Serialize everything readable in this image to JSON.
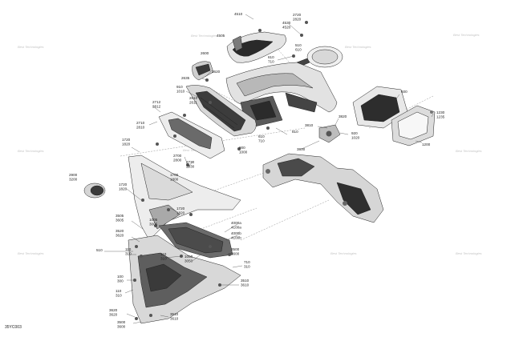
{
  "watermark_text": "Best Technologies",
  "diagram_code": "35YC003",
  "callouts": {
    "c4510": "4510",
    "c2720_2820": "2720\n2820",
    "c4530_4520": "4530\n4520",
    "c4505": "4505",
    "c510_610": "510\n610",
    "c610_710": "610\n710",
    "c2600": "2600",
    "c2620": "2620",
    "c2635": "2635",
    "c910_1010": "910\n1010",
    "c2610_2611": "2610\n2611",
    "c2712_2812": "2712\n2812",
    "c2710_2810": "2710\n2810",
    "c810": "810",
    "c610_710b": "610\n710",
    "c900_1000": "900\n1000",
    "c3810": "3810",
    "c3820": "3820",
    "c3800": "3800",
    "c920_1020": "920\n1020",
    "c600": "600",
    "c1230_1235": "1230\n1235",
    "c1200": "1200",
    "c1720_1820": "1720\n1820",
    "c2700_2800": "2700\n2800",
    "c2730_2830": "2730\n2830",
    "c2900_3200": "2900\n3200",
    "c1700_1800": "1700\n1800",
    "c1720_1820b": "1720\n1820",
    "c1720_1820c": "1720\n1820",
    "c4000a_4100a": "4000a\n4100a",
    "c4000b_4100b": "4000b\n4100b",
    "c3505_3605": "3505\n3605",
    "c1005_3005": "1005\n3005",
    "c3520_3620": "3520\n3620",
    "c110_310": "110\n310",
    "c510": "510",
    "c110_310b": "110\n310",
    "c1050_3050": "1050\n3050",
    "c3500_3600": "3500\n3600",
    "c710_310": "710\n310",
    "c100_300": "100\n300",
    "c110_310c": "110\n310",
    "c3510_3610": "3510\n3610",
    "c3620_3620": "3620\n3620",
    "c3500_3600b": "3500\n3600",
    "c3510_3610b": "3510\n3610"
  }
}
